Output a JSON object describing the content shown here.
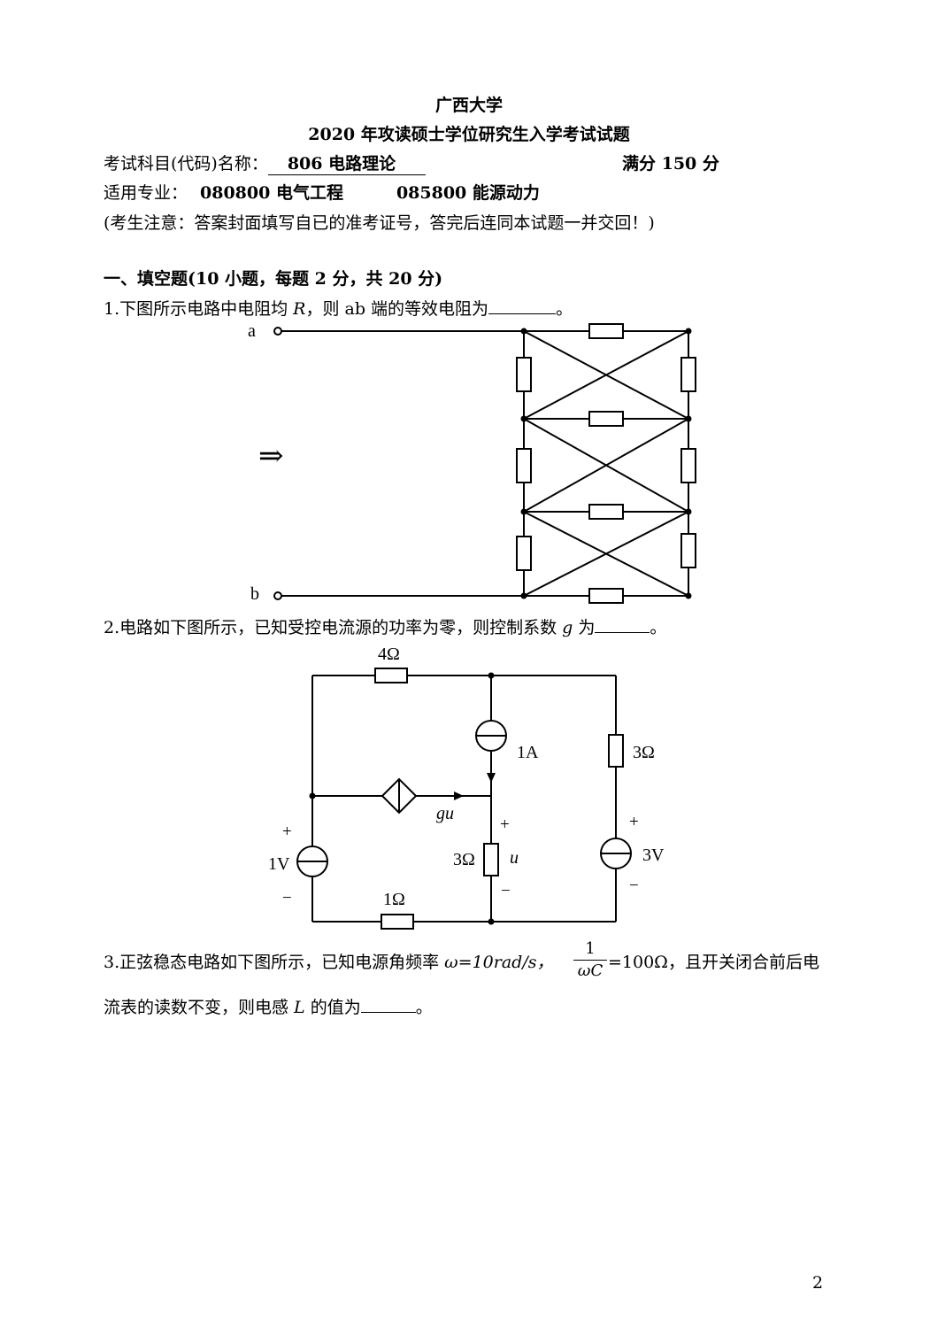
{
  "header": {
    "university": "广西大学",
    "exam_title": "2020 年攻读硕士学位研究生入学考试试题",
    "subject_label": "考试科目(代码)名称：",
    "subject_value": "806 电路理论",
    "full_score": "满分 150 分",
    "major_label": "适用专业：",
    "major_1": "080800 电气工程",
    "major_2": "085800 能源动力",
    "notice": "(考生注意：答案封面填写自已的准考证号，答完后连同本试题一并交回！)"
  },
  "section1": {
    "title": "一、填空题(10 小题，每题 2 分，共 20 分)"
  },
  "q1": {
    "text_a": "1.下图所示电路中电阻均 ",
    "var": "R",
    "text_b": "，则 ab 端的等效电阻为",
    "end": "。",
    "label_a": "a",
    "label_b": "b",
    "arrow": "⇒"
  },
  "q2": {
    "text_a": "2.电路如下图所示，已知受控电流源的功率为零，则控制系数 ",
    "var": "g",
    "text_b": " 为",
    "end": "。",
    "r_top": "4Ω",
    "src_1a": "1A",
    "r_right": "3Ω",
    "gu": "gu",
    "plus_left": "+",
    "v_left": "1V",
    "minus_left": "−",
    "r_mid": "3Ω",
    "u": "u",
    "plus_mid": "+",
    "minus_mid": "−",
    "plus_right": "+",
    "v_right": "3V",
    "minus_right": "−",
    "r_bottom": "1Ω"
  },
  "q3": {
    "text_a": "3.正弦稳态电路如下图所示，已知电源角频率 ",
    "omega_eq": "ω=10rad/s，",
    "frac_num": "1",
    "frac_den": "ωC",
    "frac_rhs": "=100Ω",
    "text_b": "，且开关闭合前后电",
    "line2_a": "流表的读数不变，则电感 ",
    "var_L": "L",
    "line2_b": " 的值为",
    "end": "。"
  },
  "footer": {
    "page_number": "2"
  }
}
